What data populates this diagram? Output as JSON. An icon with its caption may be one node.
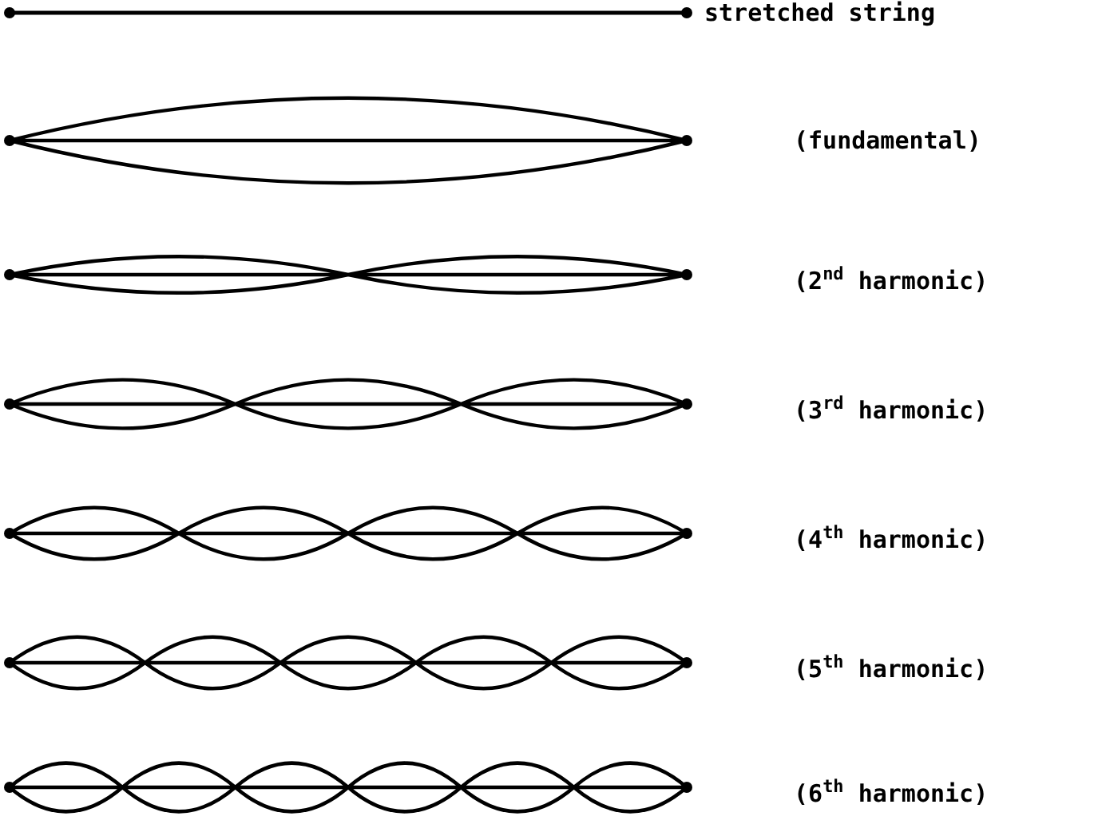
{
  "diagram": {
    "labels": [
      "stretched string",
      "(fundamental)",
      "(2$^{nd}$ harmonic)",
      "(3$^{rd}$ harmonic)",
      "(4$^{th}$ harmonic)",
      "(5$^{th}$ harmonic)",
      "(6$^{th}$ harmonic)"
    ]
  }
}
